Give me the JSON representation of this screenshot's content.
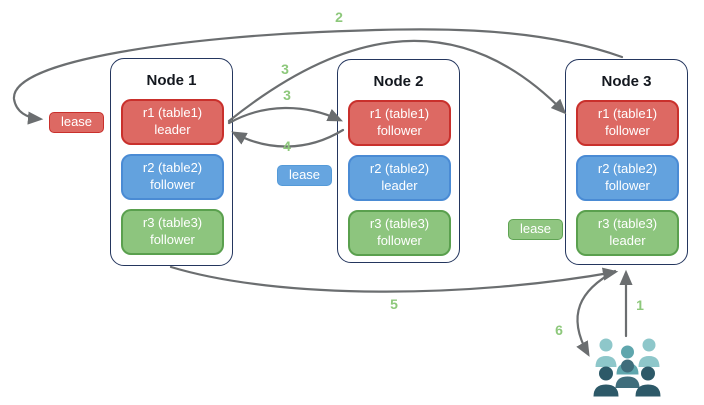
{
  "nodes": [
    {
      "title": "Node 1",
      "replicas": [
        {
          "label": "r1 (table1)",
          "role": "leader"
        },
        {
          "label": "r2 (table2)",
          "role": "follower"
        },
        {
          "label": "r3 (table3)",
          "role": "follower"
        }
      ]
    },
    {
      "title": "Node 2",
      "replicas": [
        {
          "label": "r1 (table1)",
          "role": "follower"
        },
        {
          "label": "r2 (table2)",
          "role": "leader"
        },
        {
          "label": "r3 (table3)",
          "role": "follower"
        }
      ]
    },
    {
      "title": "Node 3",
      "replicas": [
        {
          "label": "r1 (table1)",
          "role": "follower"
        },
        {
          "label": "r2 (table2)",
          "role": "follower"
        },
        {
          "label": "r3 (table3)",
          "role": "leader"
        }
      ]
    }
  ],
  "leases": {
    "red": "lease",
    "blue": "lease",
    "green": "lease"
  },
  "steps": {
    "s1": "1",
    "s2": "2",
    "s3a": "3",
    "s3b": "3",
    "s4": "4",
    "s5": "5",
    "s6": "6"
  },
  "icons": {
    "users": "users-group-icon"
  },
  "colors": {
    "replica_red": "#dd6963",
    "replica_red_border": "#c9302c",
    "replica_blue": "#63a2de",
    "replica_blue_border": "#4a8bd4",
    "replica_green": "#8dc57e",
    "replica_green_border": "#5aa04e",
    "node_border": "#24365e",
    "arrow": "#6b6e70",
    "step_label": "#8dc87b",
    "users_light_teal": "#8ec7ca",
    "users_mid_teal": "#5fa6ad",
    "users_dark_slate": "#2d5968"
  }
}
